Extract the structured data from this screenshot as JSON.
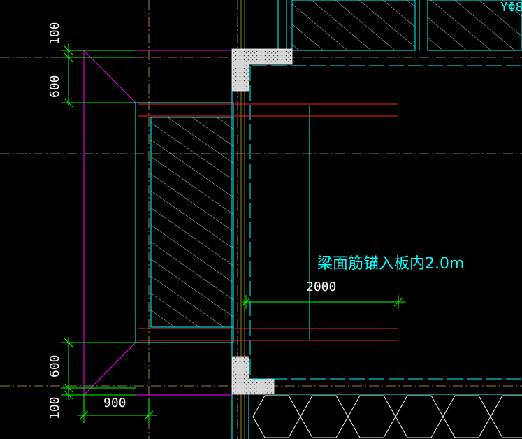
{
  "drawing": {
    "corner_label": "YΦ8",
    "note": "梁面筋锚入板内2.0m",
    "dimensions": {
      "top_small": "100",
      "top_large": "600",
      "bottom_large": "600",
      "bottom_small": "100",
      "horizontal_left": "900",
      "horizontal_right": "2000"
    }
  },
  "colors": {
    "background": "#000000",
    "cyan": "#00ffff",
    "magenta": "#ff00ff",
    "green": "#00ff00",
    "red": "#ff2020",
    "white": "#ffffff",
    "center_line": "#c8a84b",
    "grid_line": "#b0b020"
  }
}
